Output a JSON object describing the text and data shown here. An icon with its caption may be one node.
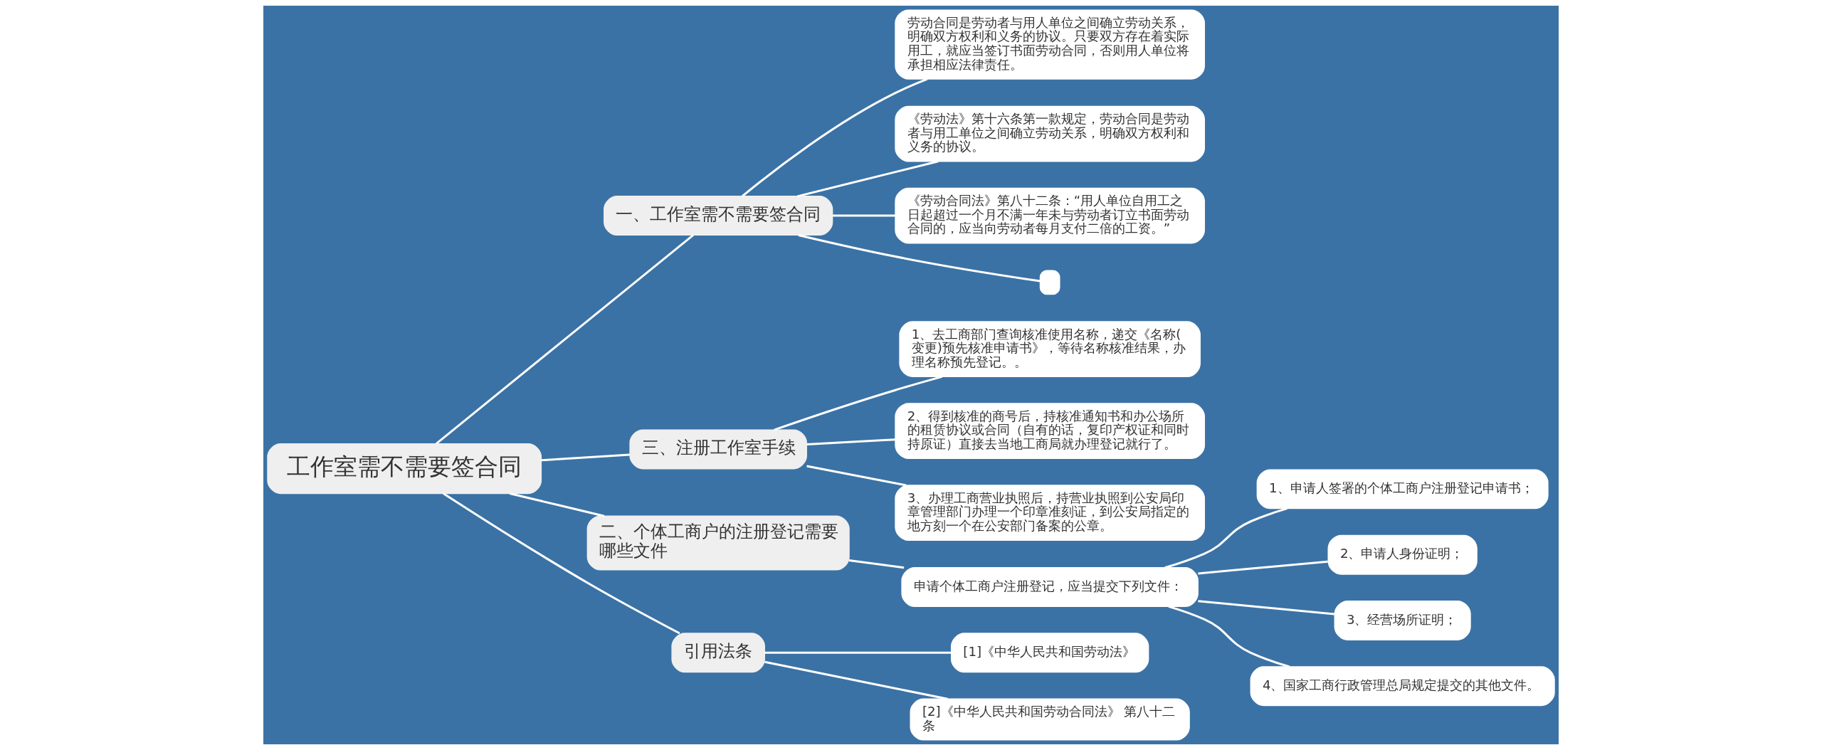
{
  "diagram": {
    "nodes": [
      {
        "text": [
          "工作室需不需要签合同"
        ]
      },
      {
        "text": [
          "一、工作室需不需要签合同"
        ]
      },
      {
        "text": [
          "劳动合同是劳动者与用人单位之间确立劳动关系，明确双方权利和义务的协议。只要双方存在着实际用工，就应当签订书面劳动合同，否则用人单位将承担相应法律责任。"
        ]
      },
      {
        "text": [
          "《劳动法》第十六条第一款规定，劳动合同是劳动者与用工单位之间确立劳动关系，明确双方权利和义务的协议。"
        ]
      },
      {
        "text": [
          "《劳动合同法》第八十二条：“用人单位自用工之日起超过一个月不满一年未与劳动者订立书面劳动合同的，应当向劳动者每月支付二倍的工资。”"
        ]
      },
      {
        "text": [],
        "shape": "box"
      },
      {
        "text": [
          "三、注册工作室手续"
        ]
      },
      {
        "text": [
          "1、去工商部门查询核准使用名称，递交《名称(变更)预先核准申请书》，等待名称核准结果，办理名称预先登记。。"
        ]
      },
      {
        "text": [
          "2、得到核准的商号后，持核准通知书和办公场所的租赁协议或合同（自有的话，复印产权证和同时持原证）直接去当地工商局就办理登记就行了。"
        ]
      },
      {
        "text": [
          "3、办理工商营业执照后，持营业执照到公安局印章管理部门办理一个印章准刻证，到公安局指定的地方刻一个在公安部门备案的公章。"
        ]
      },
      {
        "text": [
          "二、个体工商户的注册登记需要哪些文件"
        ]
      },
      {
        "text": [
          "申请个体工商户注册登记，应当提交下列文件："
        ]
      },
      {
        "text": [
          "1、申请人签署的个体工商户注册登记申请书；"
        ]
      },
      {
        "text": [
          "2、申请人身份证明；"
        ]
      },
      {
        "text": [
          "3、经营场所证明；"
        ]
      },
      {
        "text": [
          "4、国家工商行政管理总局规定提交的其他文件。"
        ]
      },
      {
        "text": [
          "引用法条"
        ]
      },
      {
        "text": [
          "[1]《中华人民共和国劳动法》"
        ]
      },
      {
        "text": [
          "[2]《中华人民共和国劳动合同法》 第八十二条"
        ]
      }
    ],
    "edges": [
      {
        "from": 0,
        "to": 1,
        "arrow": "none"
      },
      {
        "from": 1,
        "to": 2,
        "arrow": "none"
      },
      {
        "from": 1,
        "to": 3,
        "arrow": "none"
      },
      {
        "from": 1,
        "to": 4,
        "arrow": "none"
      },
      {
        "from": 1,
        "to": 5,
        "arrow": "none"
      },
      {
        "from": 0,
        "to": 6,
        "arrow": "none"
      },
      {
        "from": 6,
        "to": 7,
        "arrow": "none"
      },
      {
        "from": 6,
        "to": 8,
        "arrow": "none"
      },
      {
        "from": 6,
        "to": 9,
        "arrow": "none"
      },
      {
        "from": 0,
        "to": 10,
        "arrow": "none"
      },
      {
        "from": 10,
        "to": 11,
        "arrow": "none"
      },
      {
        "from": 11,
        "to": 12,
        "arrow": "none"
      },
      {
        "from": 11,
        "to": 13,
        "arrow": "none"
      },
      {
        "from": 11,
        "to": 14,
        "arrow": "none"
      },
      {
        "from": 11,
        "to": 15,
        "arrow": "none"
      },
      {
        "from": 0,
        "to": 16,
        "arrow": "none"
      },
      {
        "from": 16,
        "to": 17,
        "arrow": "none"
      },
      {
        "from": 16,
        "to": 18,
        "arrow": "none"
      }
    ]
  }
}
